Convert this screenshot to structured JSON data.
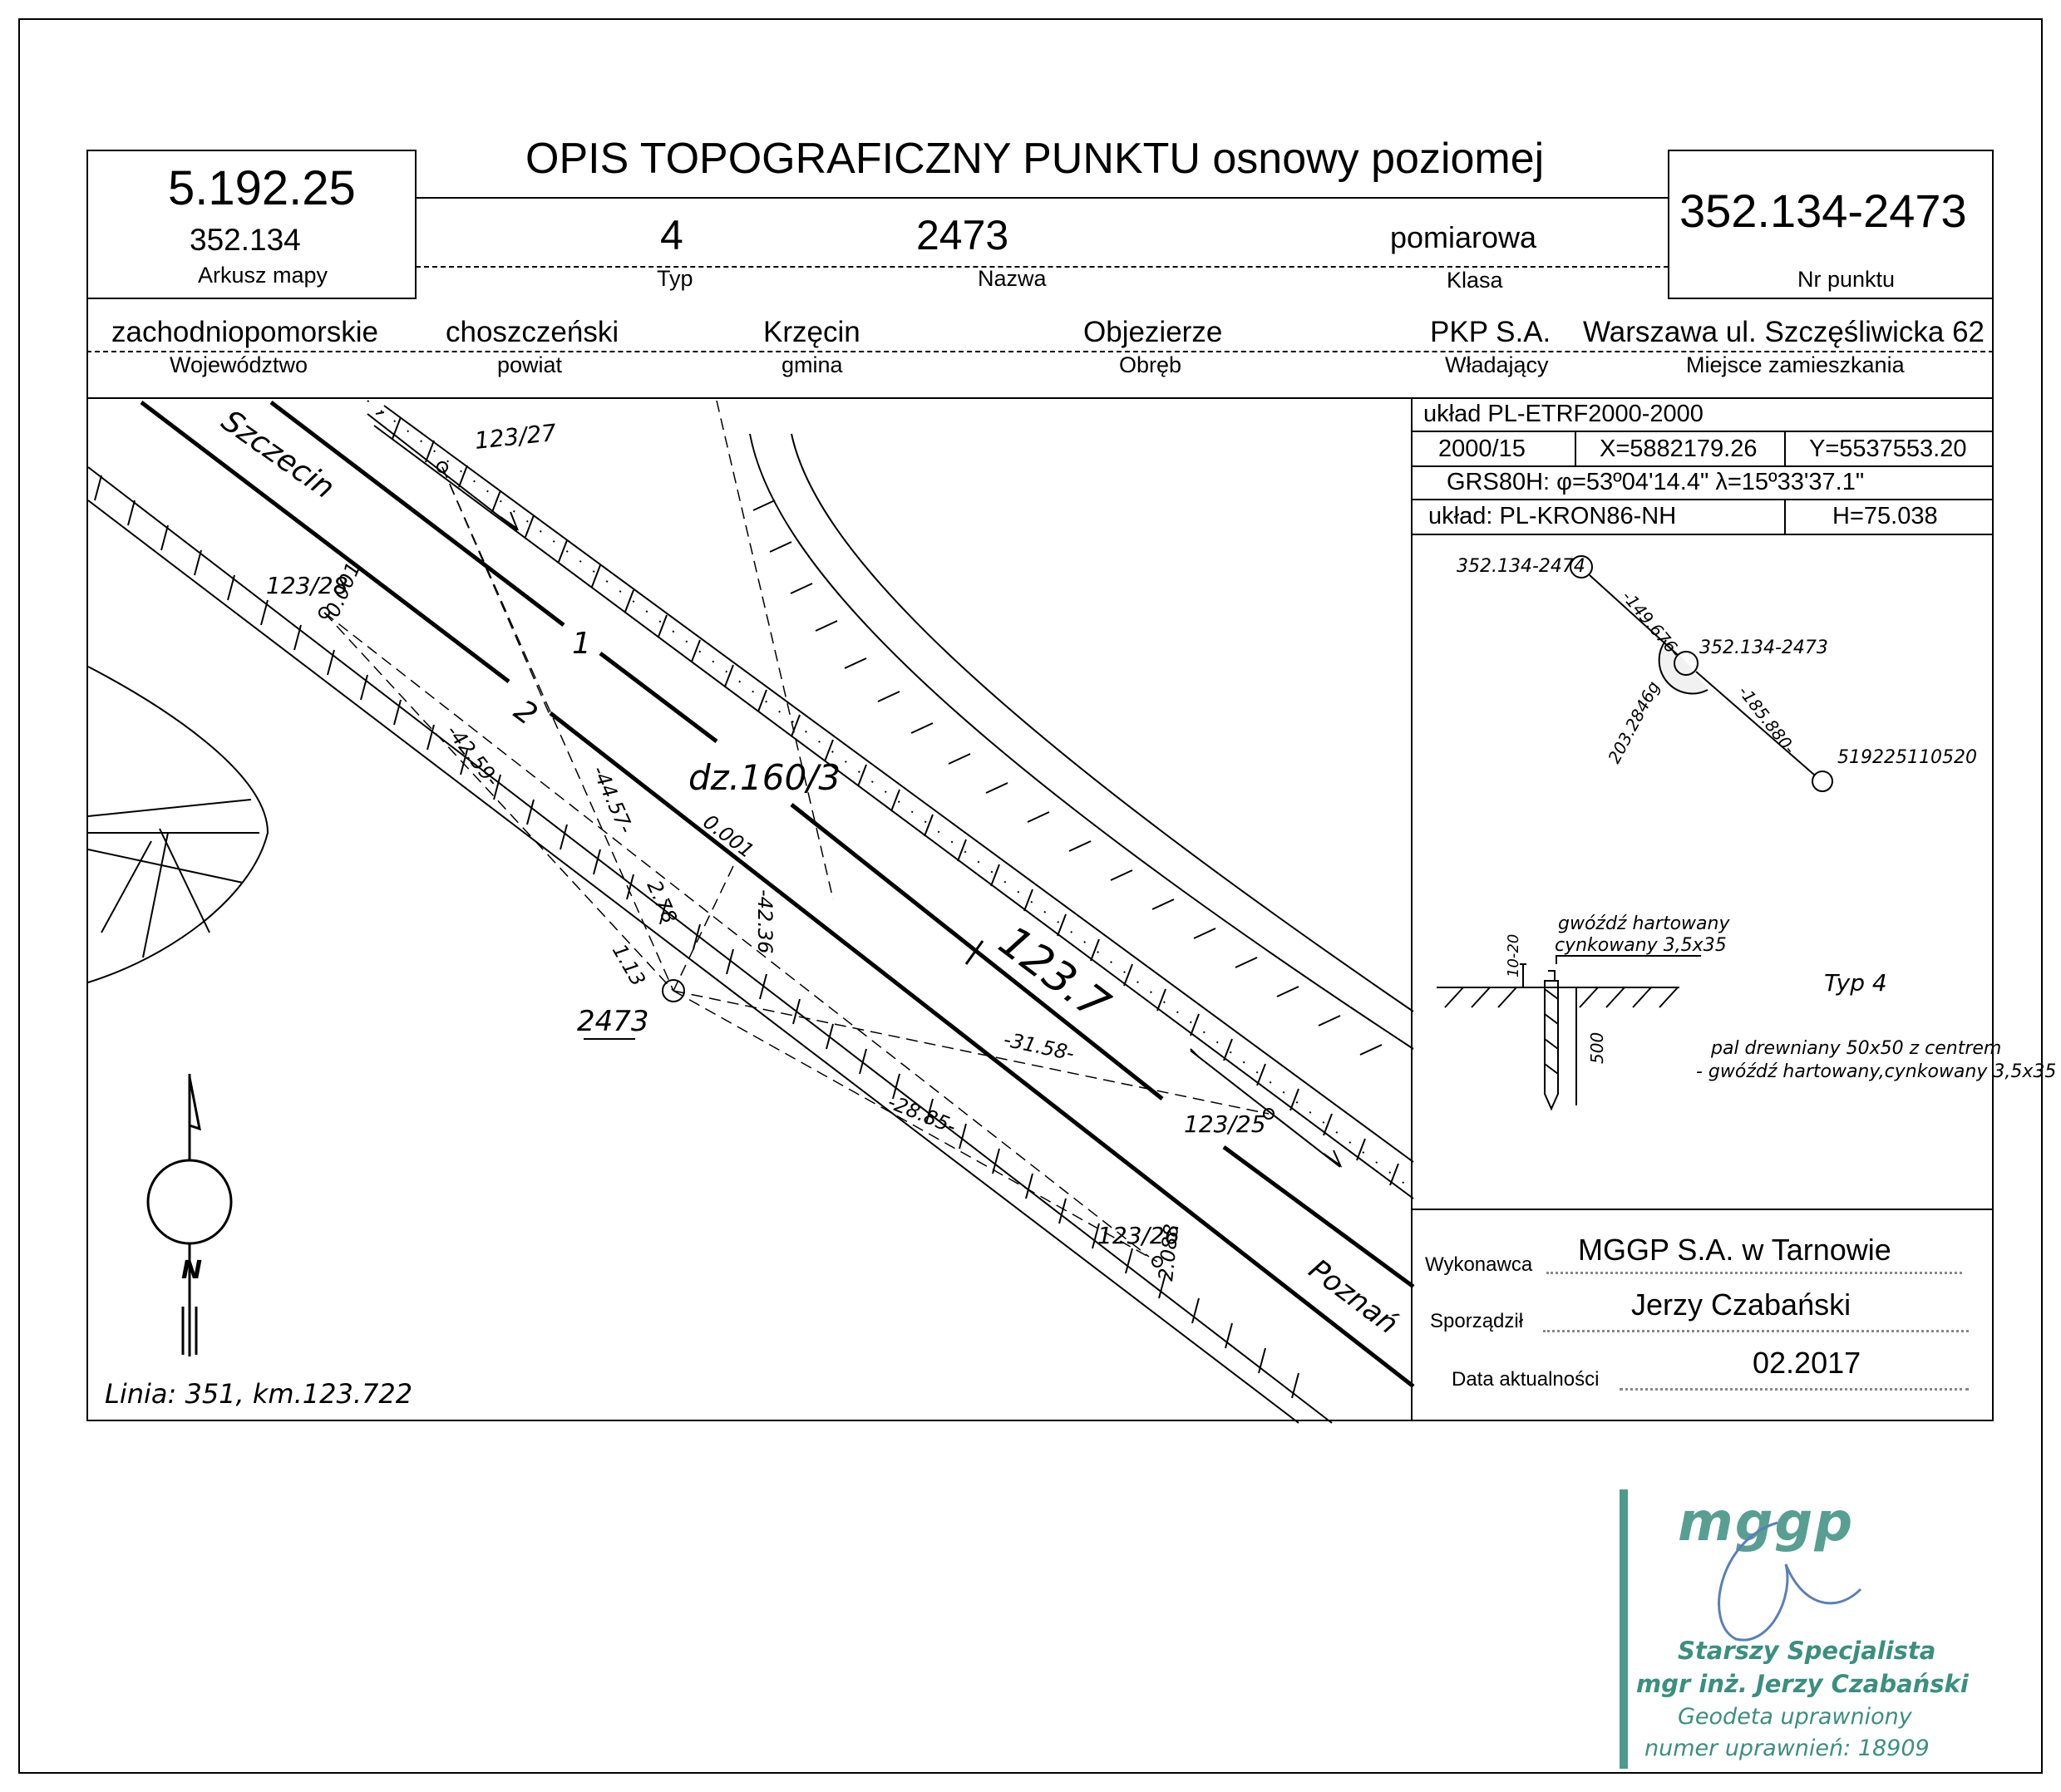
{
  "header": {
    "title": "OPIS TOPOGRAFICZNY PUNKTU osnowy poziomej",
    "sheet_main": "5.192.25",
    "sheet_sub": "352.134",
    "sheet_label": "Arkusz mapy",
    "type_value": "4",
    "type_label": "Typ",
    "name_value": "2473",
    "name_label": "Nazwa",
    "class_value": "pomiarowa",
    "class_label": "Klasa",
    "point_number": "352.134-2473",
    "point_number_label": "Nr punktu"
  },
  "admin": [
    {
      "value": "zachodniopomorskie",
      "label": "Województwo"
    },
    {
      "value": "choszczeński",
      "label": "powiat"
    },
    {
      "value": "Krzęcin",
      "label": "gmina"
    },
    {
      "value": "Objezierze",
      "label": "Obręb"
    },
    {
      "value": "PKP S.A.",
      "label": "Władający"
    },
    {
      "value": "Warszawa ul. Szczęśliwicka 62",
      "label": "Miejsce zamieszkania"
    }
  ],
  "coords": {
    "system": "układ PL-ETRF2000-2000",
    "zone": "2000/15",
    "x": "X=5882179.26",
    "y": "Y=5537553.20",
    "grs": "GRS80H: φ=53º04'14.4\" λ=15º33'37.1\"",
    "height_system": "układ: PL-KRON86-NH",
    "height": "H=75.038"
  },
  "orientation": {
    "point_a": "352.134-2474",
    "dist_a": "-149.676-",
    "point_center": "352.134-2473",
    "dist_b": "-185.880-",
    "point_b": "519225110520",
    "angle": "203.2846g"
  },
  "construction": {
    "nail_line1": "gwóźdź hartowany",
    "nail_line2": "cynkowany 3,5x35",
    "dim_top": "10-20",
    "dim_depth": "500",
    "type": "Typ 4",
    "desc_line1": "pal drewniany 50x50 z centrem",
    "desc_line2": "- gwóźdź hartowany,cynkowany 3,5x35"
  },
  "map": {
    "city_a": "Szczecin",
    "city_b": "Poznań",
    "parcel": "dz.160/3",
    "km_marker": "123.7",
    "track_1": "1",
    "track_2": "2",
    "pts": [
      "123/27",
      "123/28",
      "123/25",
      "123/26"
    ],
    "point_label": "2473",
    "dims": [
      "0.001",
      "-42.59-",
      "-44.57-",
      "0.001",
      "2.78",
      "1.13",
      "-42.36",
      "-31.58-",
      "-28.85-",
      "2.088"
    ],
    "north": "N",
    "line_info": "Linia: 351, km.123.722"
  },
  "footer": {
    "contractor_label": "Wykonawca",
    "contractor": "MGGP S.A.  w Tarnowie",
    "prepared_label": "Sporządził",
    "prepared": "Jerzy Czabański",
    "date_label": "Data aktualności",
    "date": "02.2017"
  },
  "stamp": {
    "logo": "mggp",
    "line1": "Starszy Specjalista",
    "line2": "mgr inż. Jerzy Czabański",
    "line3": "Geodeta uprawniony",
    "line4": "numer uprawnień: 18909"
  }
}
